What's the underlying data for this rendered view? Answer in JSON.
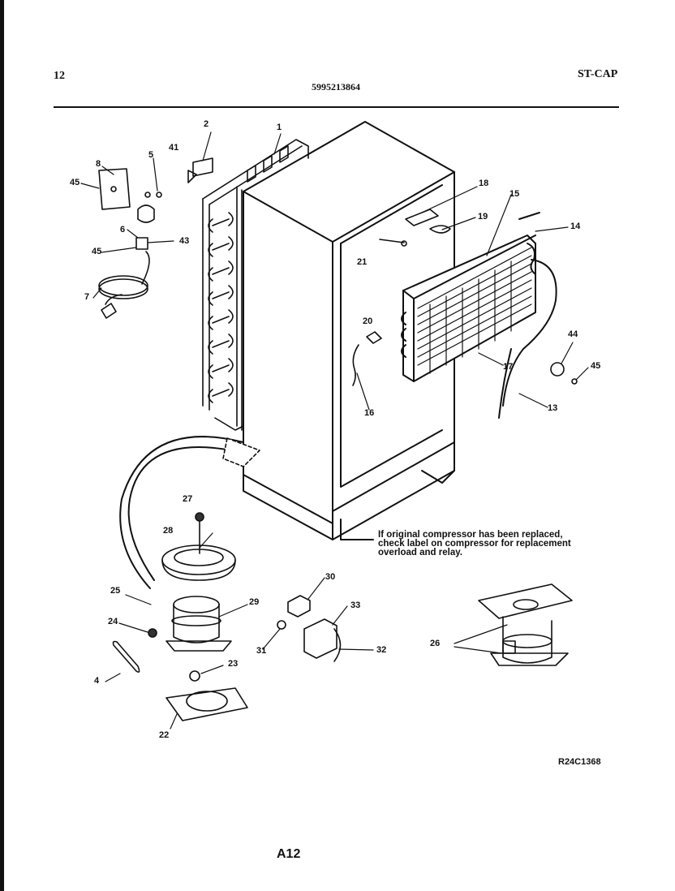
{
  "header": {
    "page_number": "12",
    "part_number": "5995213864",
    "model": "ST-CAP"
  },
  "callouts": {
    "c1": "1",
    "c2": "2",
    "c4": "4",
    "c5": "5",
    "c6": "6",
    "c7": "7",
    "c8": "8",
    "c13": "13",
    "c14": "14",
    "c15": "15",
    "c16": "16",
    "c17": "17",
    "c18": "18",
    "c19": "19",
    "c20": "20",
    "c21": "21",
    "c22": "22",
    "c23": "23",
    "c24": "24",
    "c25": "25",
    "c26": "26",
    "c27": "27",
    "c28": "28",
    "c29": "29",
    "c30": "30",
    "c31": "31",
    "c32": "32",
    "c33": "33",
    "c41": "41",
    "c43": "43",
    "c44": "44",
    "c45a": "45",
    "c45b": "45",
    "c45c": "45"
  },
  "note": "If original compressor has been replaced, check label on compressor for replacement overload and relay.",
  "reference_code": "R24C1368",
  "footer": "A12"
}
